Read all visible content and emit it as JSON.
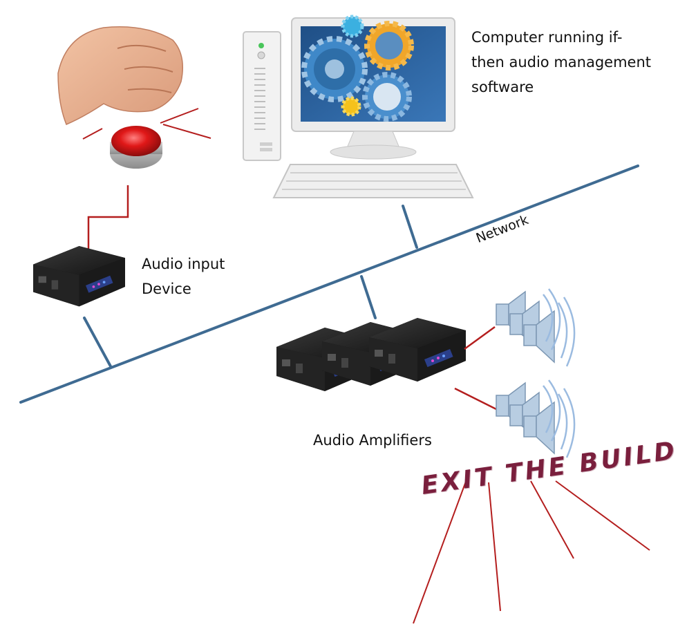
{
  "labels": {
    "computer": "Computer running if-\nthen audio management\nsoftware",
    "audio_input": "Audio input\nDevice",
    "network": "Network",
    "amplifiers": "Audio Amplifiers",
    "exit_message": "EXIT THE BUILDING"
  },
  "colors": {
    "network_line": "#3f6b92",
    "wire": "#b41e1e",
    "device_body": "#1c1c1c",
    "speaker": "#a9bfd6",
    "message": "#7a1f3d"
  },
  "icons": [
    "fist-icon",
    "red-button-icon",
    "computer-icon",
    "gears-icon",
    "audio-device-icon",
    "amplifier-icon",
    "speaker-icon"
  ]
}
